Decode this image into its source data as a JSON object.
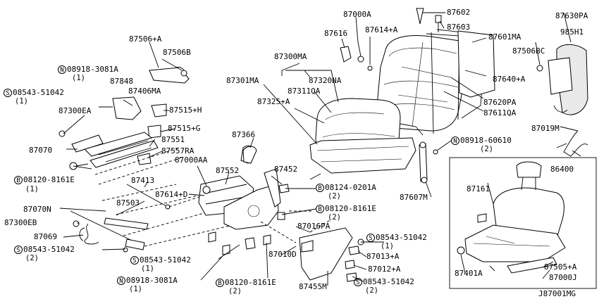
{
  "diagram_code": "J87001MG",
  "labels": {
    "l87602": "87602",
    "l87000A": "87000A",
    "l87603": "87603",
    "l87630PA": "87630PA",
    "l87616": "87616",
    "l87614A_top": "87614+A",
    "l87601MA": "87601MA",
    "l985H1": "985H1",
    "l87506BC": "87506BC",
    "l87506A": "87506+A",
    "l87506B": "87506B",
    "l87300MA": "87300MA",
    "l87640A": "87640+A",
    "l08918_3081A_top": "08918-3081A",
    "l08918_3081A_top_q": "(1)",
    "l87301MA": "87301MA",
    "l87320NA": "87320NA",
    "l08543_51042_top": "08543-51042",
    "l08543_51042_top_q": "(1)",
    "l87848": "87848",
    "l87406MA": "87406MA",
    "l87311QA": "87311QA",
    "l87620PA": "87620PA",
    "l87325A": "87325+A",
    "l87515H": "87515+H",
    "l87611QA": "87611QA",
    "l87300EA": "87300EA",
    "l87515G": "87515+G",
    "l87019M": "87019M",
    "l87366": "87366",
    "l87551": "87551",
    "l08918_60610": "08918-60610",
    "l08918_60610_q": "(2)",
    "l87070": "87070",
    "l87557RA": "87557RA",
    "l87000AA": "87000AA",
    "l86400": "86400",
    "l87452": "87452",
    "l87552": "87552",
    "l08120_8161E_left": "08120-8161E",
    "l08120_8161E_left_q": "(1)",
    "l87413": "87413",
    "l08124_0201A": "08124-0201A",
    "l08124_0201A_q": "(2)",
    "l87161": "87161",
    "l87614D": "87614+D",
    "l87607M": "87607M",
    "l87503": "87503",
    "l87070N": "87070N",
    "l08120_8161E_mid": "08120-8161E",
    "l08120_8161E_mid_q": "(2)",
    "l87300EB": "87300EB",
    "l87016PA": "87016PA",
    "l87069": "87069",
    "l08543_51042_r": "08543-51042",
    "l08543_51042_r_q": "(1)",
    "l08543_51042_left": "08543-51042",
    "l08543_51042_left_q": "(2)",
    "l87010D": "87010D",
    "l87013A": "87013+A",
    "l08543_51042_mid": "08543-51042",
    "l08543_51042_mid_q": "(1)",
    "l87401A": "87401A",
    "l87505A": "87505+A",
    "l87012A": "87012+A",
    "l87000J": "87000J",
    "l08918_3081A_bot": "08918-3081A",
    "l08918_3081A_bot_q": "(1)",
    "l08120_8161E_bot": "08120-8161E",
    "l08120_8161E_bot_q": "(2)",
    "l87455M": "87455M",
    "l08543_51042_bot": "08543-51042",
    "l08543_51042_bot_q": "(2)"
  },
  "symbols": {
    "N": "N",
    "S": "S",
    "B": "B"
  }
}
